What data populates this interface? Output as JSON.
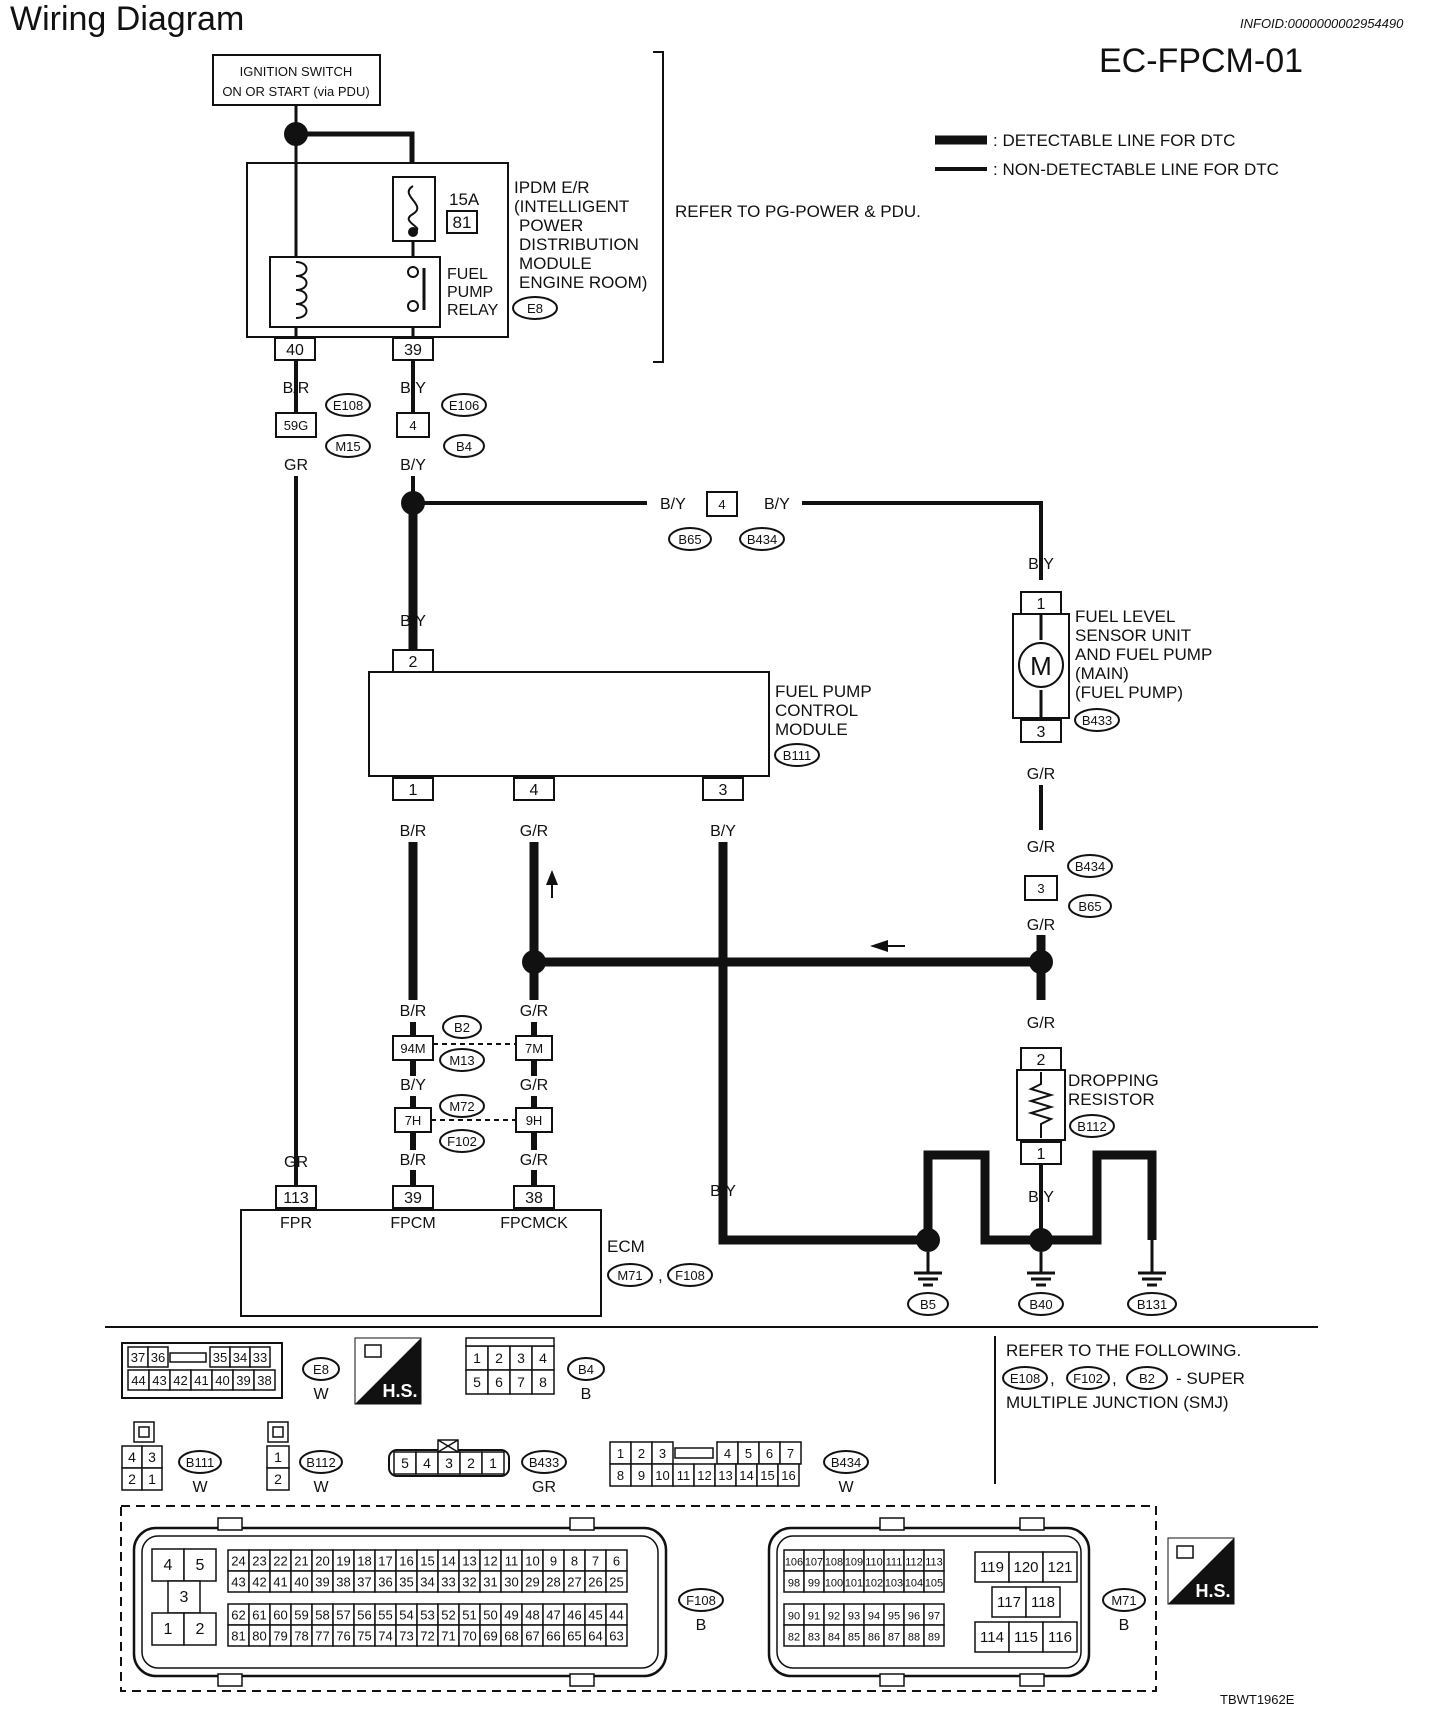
{
  "header": {
    "title": "Wiring Diagram",
    "info_id": "INFOID:0000000002954490",
    "doc_code": "EC-FPCM-01",
    "figure_id": "TBWT1962E"
  },
  "legend": {
    "detectable": ": DETECTABLE LINE FOR DTC",
    "non_detectable": ": NON-DETECTABLE LINE FOR DTC"
  },
  "notes": {
    "refer_pg": "REFER TO PG-POWER & PDU.",
    "refer_following": "REFER TO THE FOLLOWING.",
    "smj_suffix": "- SUPER",
    "smj_line2": "MULTIPLE JUNCTION (SMJ)"
  },
  "ignition": {
    "line1": "IGNITION SWITCH",
    "line2": "ON OR START (via PDU)"
  },
  "ipdm": {
    "lines": [
      "IPDM E/R",
      "(INTELLIGENT",
      "POWER",
      "DISTRIBUTION",
      "MODULE",
      "ENGINE ROOM)"
    ],
    "connector": "E8",
    "fuse_amp": "15A",
    "fuse_no": "81",
    "relay_lines": [
      "FUEL",
      "PUMP",
      "RELAY"
    ],
    "pin_left": "40",
    "pin_right": "39"
  },
  "fpcm": {
    "lines": [
      "FUEL PUMP",
      "CONTROL",
      "MODULE"
    ],
    "connector": "B111",
    "pin_top": "2",
    "pin_1": "1",
    "pin_4": "4",
    "pin_3": "3"
  },
  "pump": {
    "lines": [
      "FUEL LEVEL",
      "SENSOR UNIT",
      "AND FUEL PUMP",
      "(MAIN)",
      "(FUEL PUMP)"
    ],
    "connector": "B433",
    "motor": "M",
    "pin_top": "1",
    "pin_bottom": "3"
  },
  "resistor": {
    "lines": [
      "DROPPING",
      "RESISTOR"
    ],
    "connector": "B112",
    "pin_top": "2",
    "pin_bottom": "1"
  },
  "ecm": {
    "label": "ECM",
    "connectors": [
      "M71",
      "F108"
    ],
    "sep": ",",
    "pins": [
      "113",
      "39",
      "38"
    ],
    "terminals": [
      "FPR",
      "FPCM",
      "FPCMCK"
    ]
  },
  "wires": {
    "br": "B/R",
    "by": "B/Y",
    "gr": "GR",
    "gr2": "G/R",
    "b": "B"
  },
  "junctions": {
    "e108": "E108",
    "m15": "M15",
    "j59g": "59G",
    "e106": "E106",
    "b4": "B4",
    "j4": "4",
    "b65": "B65",
    "b434": "B434",
    "j4b": "4",
    "j3": "3",
    "b2": "B2",
    "m13": "M13",
    "j94m": "94M",
    "j7m": "7M",
    "m72": "M72",
    "f102": "F102",
    "j7h": "7H",
    "j9h": "9H"
  },
  "grounds": [
    "B5",
    "B40",
    "B131"
  ],
  "connector_views": {
    "e8": {
      "rows": [
        [
          "37",
          "36",
          "",
          "35",
          "34",
          "33"
        ],
        [
          "44",
          "43",
          "42",
          "41",
          "40",
          "39",
          "38"
        ]
      ],
      "code": "E8",
      "color": "W"
    },
    "b4": {
      "rows": [
        [
          "1",
          "2",
          "3",
          "4"
        ],
        [
          "5",
          "6",
          "7",
          "8"
        ]
      ],
      "code": "B4",
      "color": "B"
    },
    "b111": {
      "rows": [
        [
          "4",
          "3"
        ],
        [
          "2",
          "1"
        ]
      ],
      "code": "B111",
      "color": "W"
    },
    "b112": {
      "rows": [
        [
          "1"
        ],
        [
          "2"
        ]
      ],
      "code": "B112",
      "color": "W"
    },
    "b433": {
      "pins": [
        "5",
        "4",
        "3",
        "2",
        "1"
      ],
      "code": "B433",
      "color": "GR"
    },
    "b434": {
      "rows": [
        [
          "1",
          "2",
          "3",
          "",
          "4",
          "5",
          "6",
          "7"
        ],
        [
          "8",
          "9",
          "10",
          "11",
          "12",
          "13",
          "14",
          "15",
          "16"
        ]
      ],
      "code": "B434",
      "color": "W"
    },
    "f108": {
      "left": [
        "4",
        "5",
        "3",
        "1",
        "2"
      ],
      "rows": [
        [
          "24",
          "23",
          "22",
          "21",
          "20",
          "19",
          "18",
          "17",
          "16",
          "15",
          "14",
          "13",
          "12",
          "11",
          "10",
          "9",
          "8",
          "7",
          "6"
        ],
        [
          "43",
          "42",
          "41",
          "40",
          "39",
          "38",
          "37",
          "36",
          "35",
          "34",
          "33",
          "32",
          "31",
          "30",
          "29",
          "28",
          "27",
          "26",
          "25"
        ],
        [
          "62",
          "61",
          "60",
          "59",
          "58",
          "57",
          "56",
          "55",
          "54",
          "53",
          "52",
          "51",
          "50",
          "49",
          "48",
          "47",
          "46",
          "45",
          "44"
        ],
        [
          "81",
          "80",
          "79",
          "78",
          "77",
          "76",
          "75",
          "74",
          "73",
          "72",
          "71",
          "70",
          "69",
          "68",
          "67",
          "66",
          "65",
          "64",
          "63"
        ]
      ],
      "code": "F108",
      "color": "B"
    },
    "m71": {
      "rows": [
        [
          "106",
          "107",
          "108",
          "109",
          "110",
          "111",
          "112",
          "113"
        ],
        [
          "98",
          "99",
          "100",
          "101",
          "102",
          "103",
          "104",
          "105"
        ],
        [
          "90",
          "91",
          "92",
          "93",
          "94",
          "95",
          "96",
          "97"
        ],
        [
          "82",
          "83",
          "84",
          "85",
          "86",
          "87",
          "88",
          "89"
        ]
      ],
      "right": [
        "119",
        "120",
        "121",
        "117",
        "118",
        "114",
        "115",
        "116"
      ],
      "code": "M71",
      "color": "B"
    },
    "hs": "H.S."
  }
}
